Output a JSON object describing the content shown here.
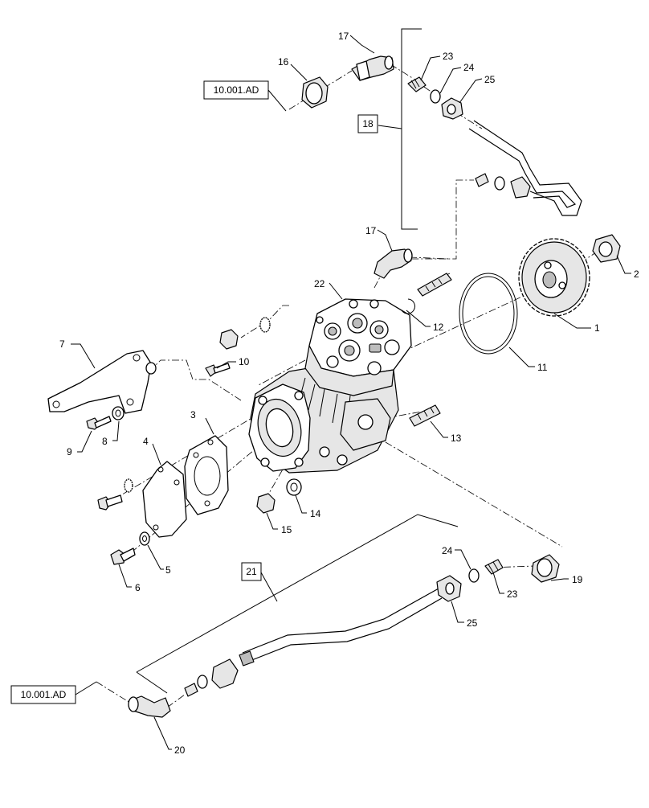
{
  "refs": [
    "10.001.AD",
    "10.001.AD"
  ],
  "group_labels": [
    "18",
    "21"
  ],
  "callouts": [
    "1",
    "2",
    "3",
    "4",
    "5",
    "6",
    "7",
    "8",
    "9",
    "10",
    "11",
    "12",
    "13",
    "14",
    "15",
    "16",
    "17",
    "17",
    "19",
    "20",
    "22",
    "23",
    "23",
    "24",
    "24",
    "25",
    "25"
  ]
}
